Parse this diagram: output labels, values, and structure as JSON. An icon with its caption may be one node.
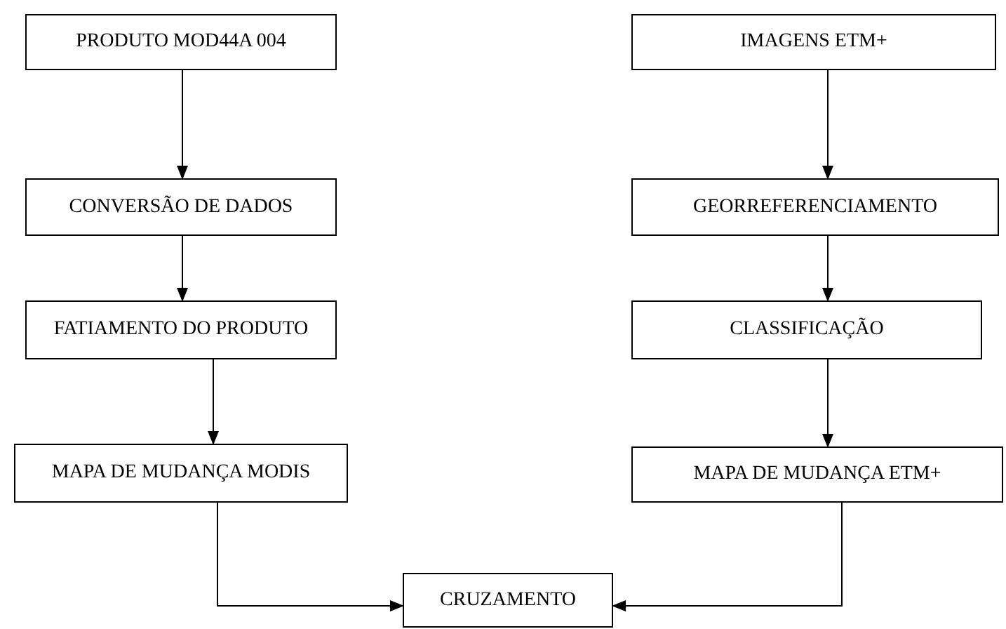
{
  "diagram": {
    "nodes": [
      {
        "text": [
          "PRODUTO MOD44A 004"
        ]
      },
      {
        "text": [
          "CONVERSÃO DE DADOS"
        ]
      },
      {
        "text": [
          "FATIAMENTO DO PRODUTO"
        ]
      },
      {
        "text": [
          "MAPA DE MUDANÇA MODIS"
        ]
      },
      {
        "text": [
          "IMAGENS ETM+"
        ]
      },
      {
        "text": [
          "GEORREFERENCIAMENTO"
        ]
      },
      {
        "text": [
          "CLASSIFICAÇÃO"
        ]
      },
      {
        "text": [
          "MAPA DE MUDANÇA ETM+"
        ]
      },
      {
        "text": [
          "CRUZAMENTO"
        ]
      }
    ],
    "edges": [
      {
        "from": 0,
        "to": 1,
        "arrow": "to"
      },
      {
        "from": 1,
        "to": 2,
        "arrow": "to"
      },
      {
        "from": 2,
        "to": 3,
        "arrow": "to"
      },
      {
        "from": 4,
        "to": 5,
        "arrow": "to"
      },
      {
        "from": 5,
        "to": 6,
        "arrow": "to"
      },
      {
        "from": 6,
        "to": 7,
        "arrow": "to"
      },
      {
        "from": 3,
        "to": 8,
        "arrow": "to"
      },
      {
        "from": 7,
        "to": 8,
        "arrow": "to"
      }
    ]
  }
}
